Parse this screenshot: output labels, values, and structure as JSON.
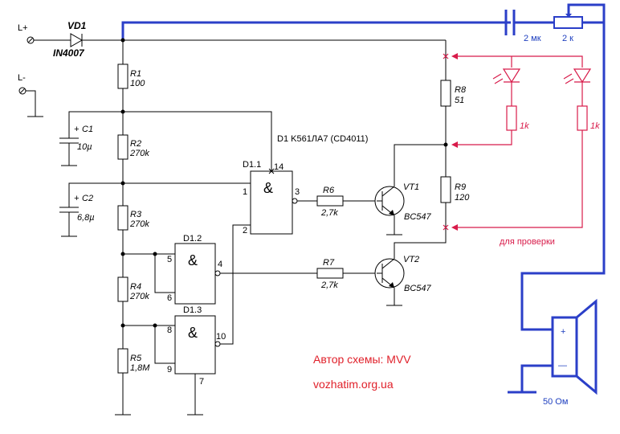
{
  "terminals": {
    "plus": "L+",
    "minus": "L-"
  },
  "diode": {
    "ref": "VD1",
    "part": "IN4007"
  },
  "resistors": {
    "r1": {
      "ref": "R1",
      "value": "100"
    },
    "r2": {
      "ref": "R2",
      "value": "270k"
    },
    "r3": {
      "ref": "R3",
      "value": "270k"
    },
    "r4": {
      "ref": "R4",
      "value": "270k"
    },
    "r5": {
      "ref": "R5",
      "value": "1,8M"
    },
    "r6": {
      "ref": "R6",
      "value": "2,7k"
    },
    "r7": {
      "ref": "R7",
      "value": "2,7k"
    },
    "r8": {
      "ref": "R8",
      "value": "51"
    },
    "r9": {
      "ref": "R9",
      "value": "120"
    }
  },
  "capacitors": {
    "c1": {
      "ref": "C1",
      "value": "10µ"
    },
    "c2": {
      "ref": "C2",
      "value": "6,8µ"
    }
  },
  "chip": {
    "title": "D1 K561ЛА7 (CD4011)"
  },
  "gates": {
    "d11": {
      "ref": "D1.1",
      "pins": [
        "1",
        "2",
        "3",
        "14"
      ],
      "symbol": "&"
    },
    "d12": {
      "ref": "D1.2",
      "pins": [
        "5",
        "6",
        "4"
      ],
      "symbol": "&"
    },
    "d13": {
      "ref": "D1.3",
      "pins": [
        "8",
        "9",
        "10",
        "7"
      ],
      "symbol": "&"
    }
  },
  "transistors": {
    "vt1": {
      "ref": "VT1",
      "part": "BC547"
    },
    "vt2": {
      "ref": "VT2",
      "part": "BC547"
    }
  },
  "output": {
    "cap_value": "2 мк",
    "pot_value": "2 к",
    "speaker": "50 Ом",
    "speaker_plus": "+",
    "speaker_minus": "—"
  },
  "test_circuit": {
    "r_left": "1k",
    "r_right": "1k",
    "note": "для проверки"
  },
  "credits": {
    "author": "Автор схемы: MVV",
    "site": "vozhatim.org.ua"
  },
  "colors": {
    "wire": "#000000",
    "output_wire": "#2b3fc8",
    "test_wire": "#d81b4a"
  }
}
